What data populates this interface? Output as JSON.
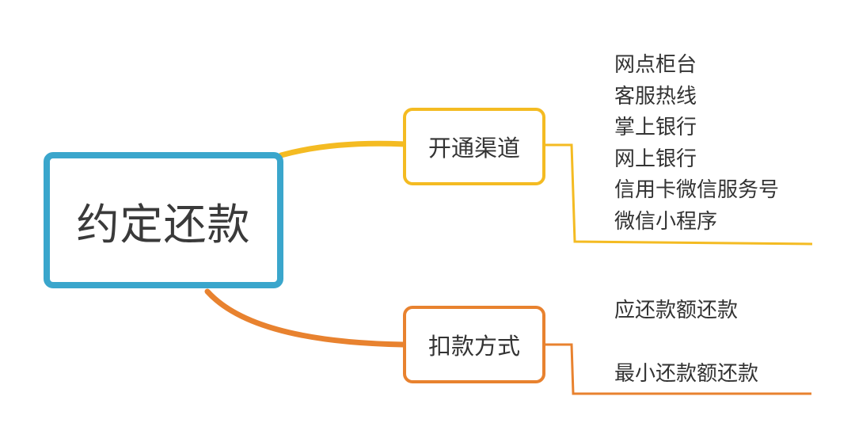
{
  "diagram": {
    "root": {
      "label": "约定还款",
      "border_color": "#3aa6cc"
    },
    "branches": [
      {
        "label": "开通渠道",
        "color": "#f4bb22",
        "items": [
          "网点柜台",
          "客服热线",
          "掌上银行",
          "网上银行",
          "信用卡微信服务号",
          "微信小程序"
        ]
      },
      {
        "label": "扣款方式",
        "color": "#e8822f",
        "items": [
          "应还款额还款",
          "最小还款额还款"
        ]
      }
    ]
  }
}
